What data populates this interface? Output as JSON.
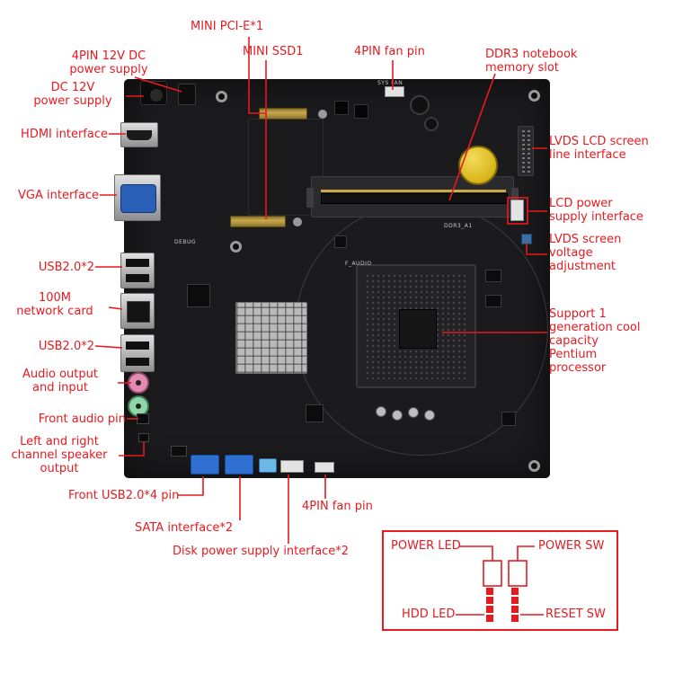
{
  "colors": {
    "accent_red": "#e8191f",
    "board": "#1b1b1d"
  },
  "labels": {
    "mini_pcie": "MINI PCI-E*1",
    "mini_ssd": "MINI SSD1",
    "fan_top": "4PIN fan pin",
    "ddr3": "DDR3 notebook\nmemory slot",
    "pwr_4pin": "4PIN 12V DC\npower supply",
    "pwr_dc": "DC 12V\npower supply",
    "hdmi": "HDMI interface",
    "vga": "VGA interface",
    "usb_a": "USB2.0*2",
    "lan": "100M\nnetwork card",
    "usb_b": "USB2.0*2",
    "audio": "Audio output\nand input",
    "front_audio": "Front audio pin",
    "speaker": "Left and right\nchannel speaker\noutput",
    "front_usb": "Front USB2.0*4 pin",
    "sata": "SATA interface*2",
    "disk_power": "Disk power supply interface*2",
    "fan_bottom": "4PIN fan pin",
    "lvds": "LVDS LCD screen\nline interface",
    "lcd_power": "LCD power\nsupply interface",
    "lvds_volt": "LVDS screen\nvoltage\nadjustment",
    "cpu": "Support 1\ngeneration cool\ncapacity\nPentium\nprocessor"
  },
  "silkscreen": {
    "sys_fan": "SYS FAN",
    "debug": "DEBUG",
    "ddr3_slot": "DDR3_A1",
    "f_audio": "F_AUDIO"
  },
  "pin_box": {
    "power_led": "POWER LED",
    "power_sw": "POWER SW",
    "hdd_led": "HDD LED",
    "reset_sw": "RESET SW"
  }
}
